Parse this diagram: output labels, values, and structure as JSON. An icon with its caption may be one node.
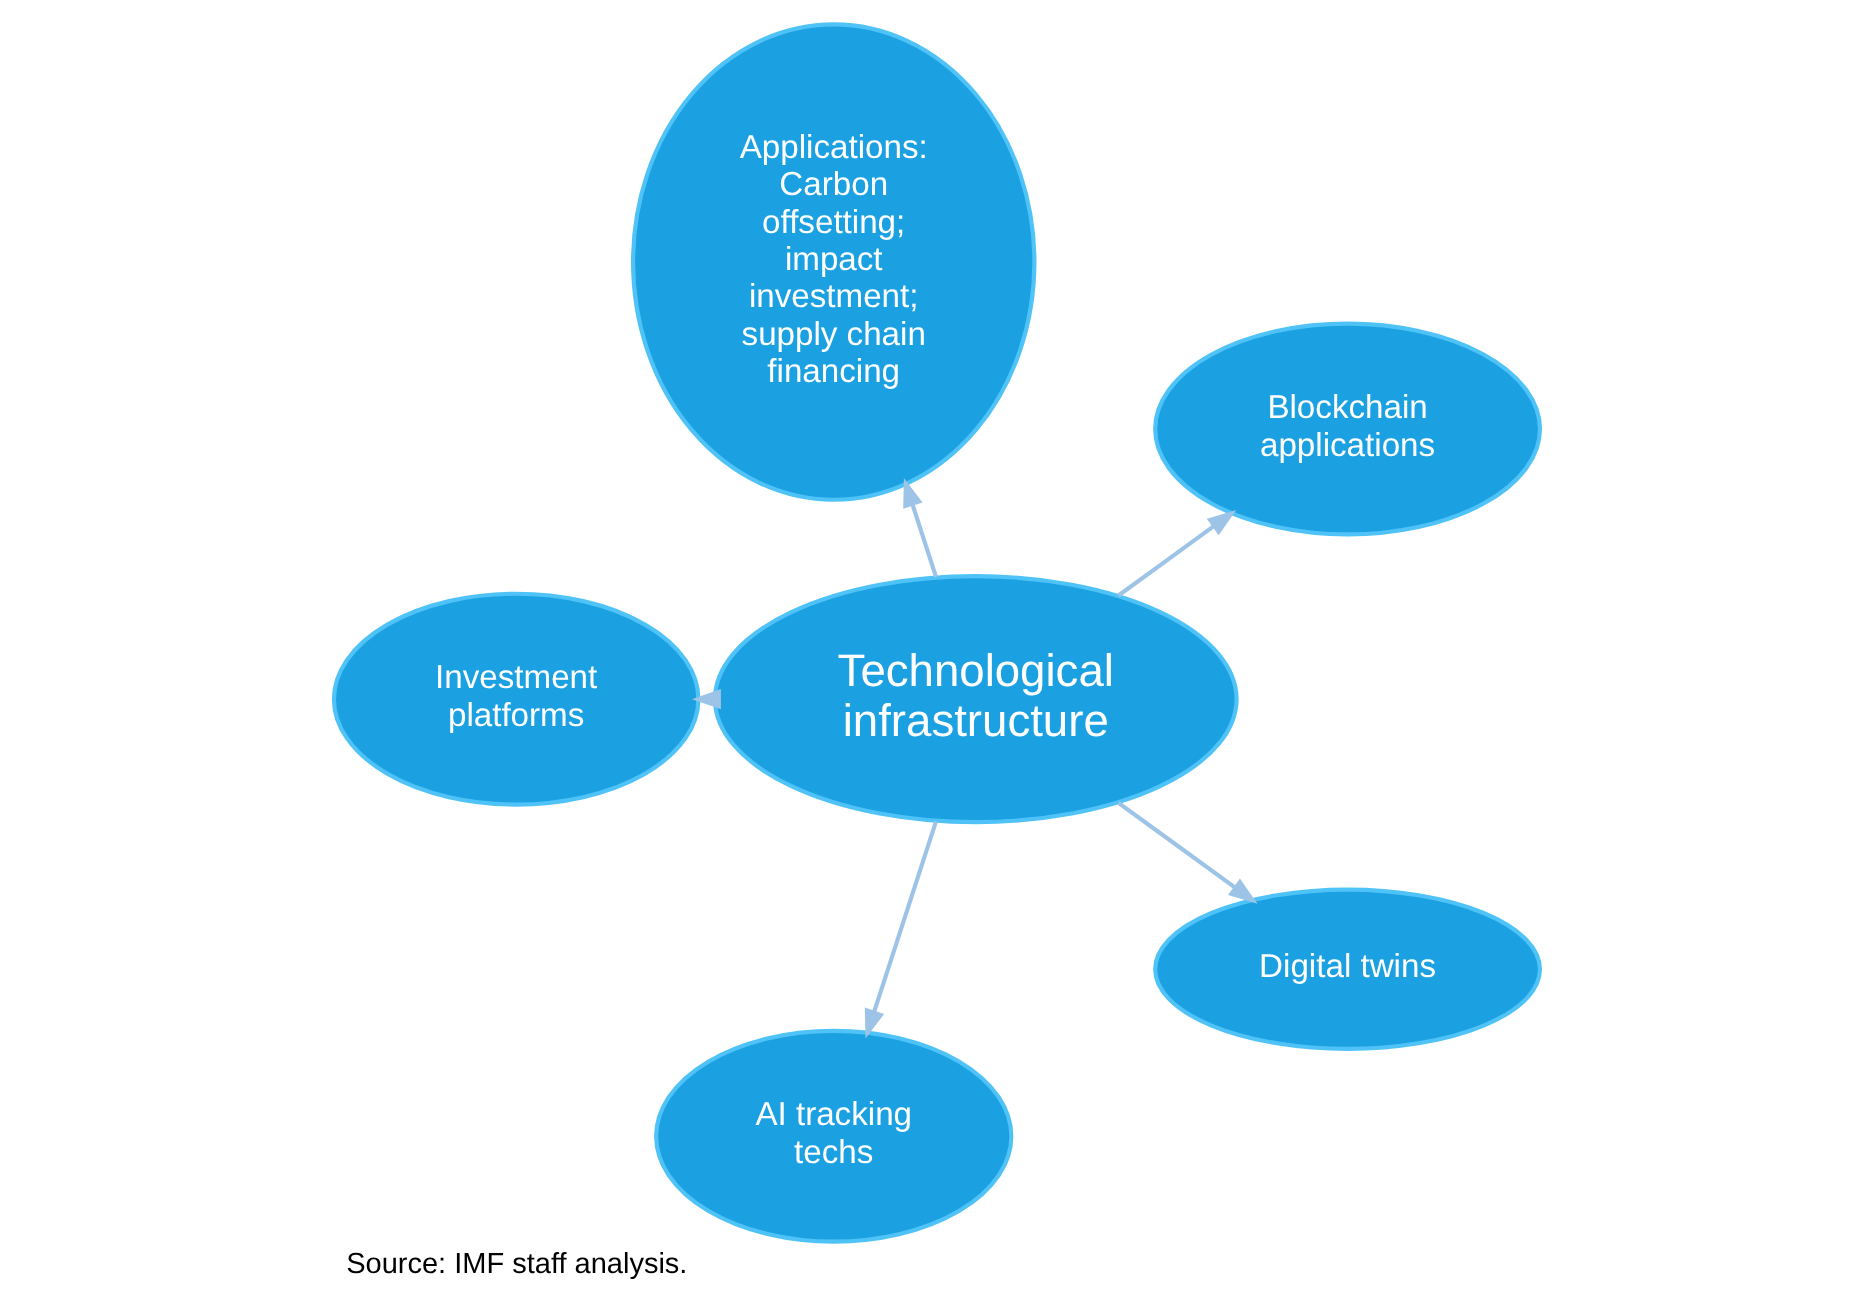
{
  "diagram": {
    "caption": "Source: IMF staff analysis.",
    "nodes": [
      {
        "text": [
          "Technological infrastructure"
        ]
      },
      {
        "text": [
          "Blockchain applications"
        ]
      },
      {
        "text": [
          "Applications:",
          "Carbon offsetting; impact investment; supply chain financing"
        ]
      },
      {
        "text": [
          "Investment platforms"
        ]
      },
      {
        "text": [
          "AI tracking techs"
        ]
      },
      {
        "text": [
          "Digital twins"
        ]
      }
    ],
    "edges": [
      {
        "from": 0,
        "to": 1,
        "arrow": "to"
      },
      {
        "from": 0,
        "to": 2,
        "arrow": "to"
      },
      {
        "from": 0,
        "to": 3,
        "arrow": "to"
      },
      {
        "from": 0,
        "to": 4,
        "arrow": "to"
      },
      {
        "from": 0,
        "to": 5,
        "arrow": "to"
      }
    ]
  }
}
